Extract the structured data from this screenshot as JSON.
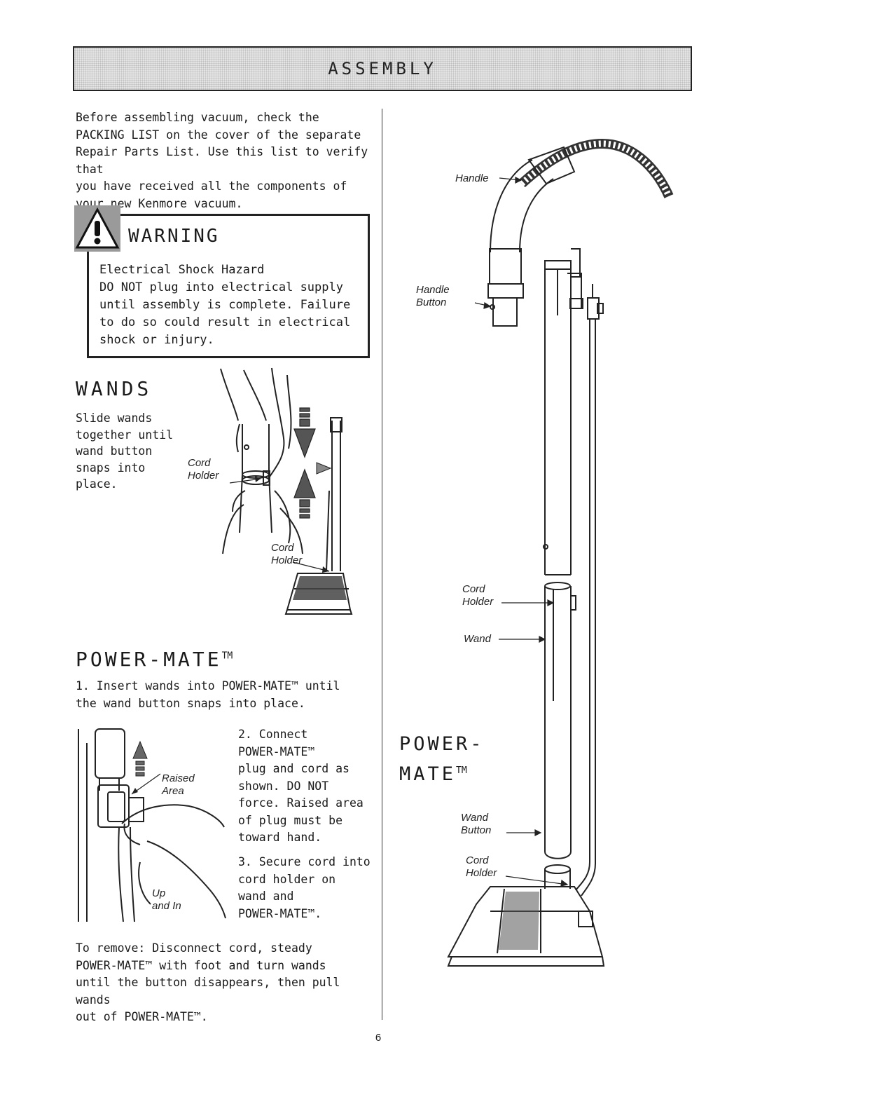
{
  "header": {
    "title": "ASSEMBLY"
  },
  "intro": {
    "text": "Before assembling vacuum, check the\nPACKING LIST on the cover of the separate\nRepair Parts List. Use this list to verify that\nyou have received all the components of\nyour new Kenmore vacuum."
  },
  "warning": {
    "title": "WARNING",
    "text": "Electrical Shock Hazard\nDO NOT plug into electrical supply\nuntil assembly is complete. Failure\nto do so could result in electrical\nshock or injury."
  },
  "wands": {
    "heading": "WANDS",
    "text": "Slide wands\ntogether until\nwand button\nsnaps into\nplace.",
    "label_cord_holder_1": "Cord\nHolder",
    "label_cord_holder_2": "Cord\nHolder"
  },
  "power_mate": {
    "heading": "POWER-MATE",
    "tm": "TM",
    "step1": "1. Insert wands into POWER-MATE™ until\nthe wand button snaps into place.",
    "step2": "2. Connect\nPOWER-MATE™\nplug and cord as\nshown. DO NOT\nforce. Raised area\nof plug must be\ntoward hand.",
    "step3": "3. Secure cord into\ncord holder on\nwand and\nPOWER-MATE™.",
    "label_raised_area": "Raised\nArea",
    "label_up_and_in": "Up\nand In",
    "remove_text": "To remove: Disconnect cord, steady\nPOWER-MATE™ with foot and turn wands\nuntil the button disappears, then pull wands\nout of POWER-MATE™."
  },
  "right_diagram": {
    "label_handle": "Handle",
    "label_handle_button": "Handle\nButton",
    "label_cord_holder_top": "Cord\nHolder",
    "label_wand": "Wand",
    "heading_line1": "POWER-",
    "heading_line2": "MATE",
    "tm": "TM",
    "label_wand_button": "Wand\nButton",
    "label_cord_holder_bottom": "Cord\nHolder"
  },
  "footer": {
    "page_number": "6"
  }
}
